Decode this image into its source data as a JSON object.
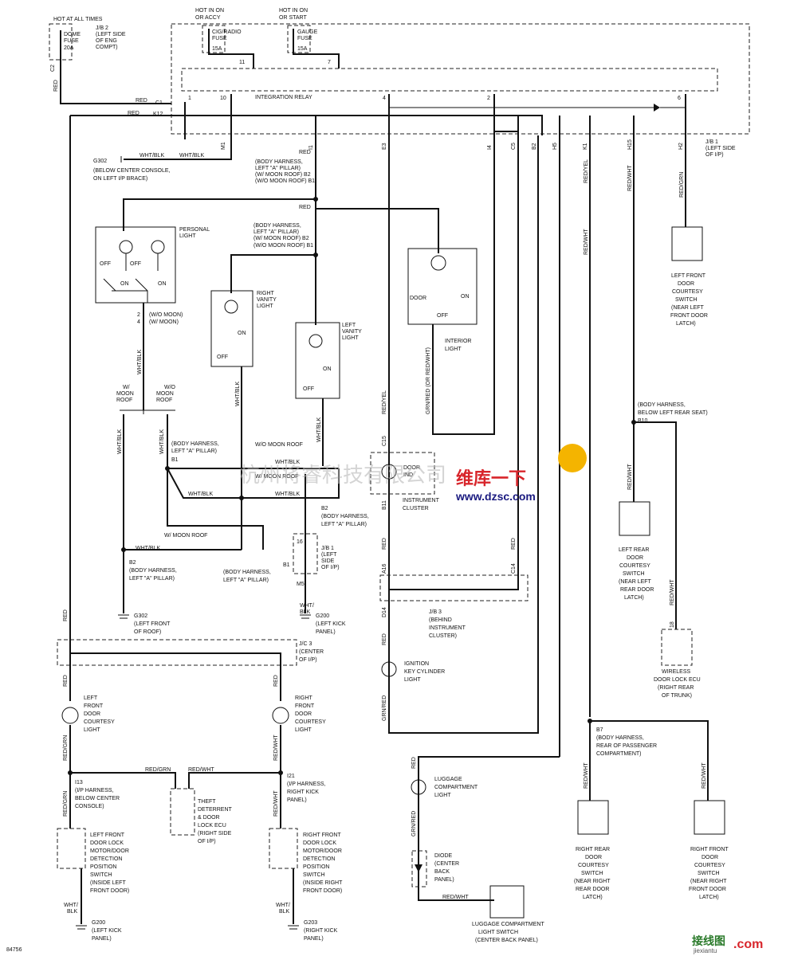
{
  "fuses": [
    {
      "label": "DOME\nFUSE\n20A",
      "hot": "HOT AT ALL TIMES",
      "jb": "J/B 2\n(LEFT SIDE\nOF ENG\nCOMPT)",
      "pin": "C2"
    },
    {
      "label": "CIG/RADIO\nFUSE\n15A",
      "hot": "HOT IN ON\nOR ACCY",
      "pin": "11"
    },
    {
      "label": "GAUGE\nFUSE\n15A",
      "hot": "HOT IN ON\nOR START",
      "pin": "7"
    }
  ],
  "relay": {
    "title": "INTEGRATION RELAY",
    "pins": [
      "1",
      "10",
      "4",
      "2",
      "6"
    ],
    "left_pins": [
      "C1",
      "K12"
    ]
  },
  "jb1_top": "J/B 1\n(LEFT SIDE\nOF I/P)",
  "connectors_top": [
    "M1",
    "I1",
    "E3",
    "I4",
    "C5",
    "B2",
    "H5",
    "K1",
    "H15",
    "H2"
  ],
  "wire_colors_top": [
    "RED",
    "RED",
    "RED/YEL",
    "GRN/RED (OR RED/WHT)",
    "RED",
    "GRN/RED",
    "RED/YEL",
    "RED/WHT",
    "RED/GRN"
  ],
  "ground_g302_top": {
    "label": "G302\n(BELOW CENTER CONSOLE,\nON LEFT I/P BRACE)",
    "wire": "WHT/BLK"
  },
  "body_harness_1": "RED\n(BODY HARNESS,\nLEFT \"A\" PILLAR)\n(W/ MOON ROOF) B2\n(W/O MOON ROOF) B1",
  "body_harness_2": "(BODY HARNESS,\nLEFT \"A\" PILLAR)\n(W/ MOON ROOF) B2\n(W/O MOON ROOF) B1",
  "personal_light": {
    "name": "PERSONAL\nLIGHT",
    "states": [
      "OFF",
      "OFF",
      "ON",
      "ON"
    ],
    "pins": "2 (W/O MOON)\n4 (W/ MOON)"
  },
  "right_vanity": {
    "name": "RIGHT\nVANITY\nLIGHT",
    "on": "ON",
    "off": "OFF"
  },
  "left_vanity": {
    "name": "LEFT\nVANITY\nLIGHT",
    "on": "ON",
    "off": "OFF"
  },
  "interior_light": {
    "name": "INTERIOR\nLIGHT",
    "door": "DOOR",
    "on": "ON",
    "off": "OFF"
  },
  "moon": {
    "w": "W/\nMOON\nROOF",
    "wo": "W/O\nMOON\nROOF"
  },
  "harness_b1": "(BODY HARNESS,\nLEFT \"A\" PILLAR)\nB1",
  "w_moon_roof": "W/ MOON ROOF",
  "wo_moon_roof": "W/O MOON ROOF",
  "b2_harness": "B2\n(BODY HARNESS,\nLEFT \"A\" PILLAR)",
  "b1_harness": "B1\n(BODY HARNESS,\nLEFT \"A\" PILLAR)",
  "jb1_side": "J/B 1\n(LEFT\nSIDE\nOF I/P)",
  "g302_front": "G302\n(LEFT FRONT\nOF ROOF)",
  "g200_kick": "G200\n(LEFT KICK\nPANEL)",
  "door_ind": {
    "name": "DOOR\nIND",
    "cluster": "INSTRUMENT\nCLUSTER",
    "pins": [
      "C15",
      "B11"
    ]
  },
  "jb3": {
    "label": "J/B 3\n(BEHIND\nINSTRUMENT\nCLUSTER)",
    "pins": [
      "A16",
      "C14",
      "D14"
    ]
  },
  "ignition": "IGNITION\nKEY CYLINDER\nLIGHT",
  "luggage_light": "LUGGAGE\nCOMPARTMENT\nLIGHT",
  "diode": "DIODE\n(CENTER\nBACK\nPANEL)",
  "luggage_switch": "LUGGAGE COMPARTMENT\nLIGHT SWITCH\n(CENTER BACK PANEL)",
  "jc3": "J/C 3\n(CENTER\nOF I/P)",
  "lf_courtesy_light": "LEFT\nFRONT\nDOOR\nCOURTESY\nLIGHT",
  "rf_courtesy_light": "RIGHT\nFRONT\nDOOR\nCOURTESY\nLIGHT",
  "i13": "I13\n(I/P HARNESS,\nBELOW CENTER\nCONSOLE)",
  "i21": "I21\n(I/P HARNESS,\nRIGHT KICK\nPANEL)",
  "theft_ecu": "THEFT\nDETERRENT\n& DOOR\nLOCK ECU\n(RIGHT SIDE\nOF I/P)",
  "lf_lock_switch": "LEFT FRONT\nDOOR LOCK\nMOTOR/DOOR\nDETECTION\nPOSITION\nSWITCH\n(INSIDE LEFT\nFRONT DOOR)",
  "rf_lock_switch": "RIGHT FRONT\nDOOR LOCK\nMOTOR/DOOR\nDETECTION\nPOSITION\nSWITCH\n(INSIDE RIGHT\nFRONT DOOR)",
  "g200_bottom": "G200\n(LEFT KICK\nPANEL)",
  "g203_bottom": "G203\n(RIGHT KICK\nPANEL)",
  "lf_door_courtesy_sw": "LEFT FRONT\nDOOR\nCOURTESY\nSWITCH\n(NEAR LEFT\nFRONT DOOR\nLATCH)",
  "b10": "(BODY HARNESS,\nBELOW LEFT REAR SEAT)\nB10",
  "lr_door_sw": "LEFT REAR\nDOOR\nCOURTESY\nSWITCH\n(NEAR LEFT\nREAR DOOR\nLATCH)",
  "wireless_ecu": "WIRELESS\nDOOR LOCK ECU\n(RIGHT REAR\nOF TRUNK)",
  "b7": "B7\n(BODY HARNESS,\nREAR OF PASSENGER\nCOMPARTMENT)",
  "rr_door_sw": "RIGHT REAR\nDOOR\nCOURTESY\nSWITCH\n(NEAR RIGHT\nREAR DOOR\nLATCH)",
  "rf_door_sw": "RIGHT FRONT\nDOOR\nCOURTESY\nSWITCH\n(NEAR RIGHT\nFRONT DOOR\nLATCH)",
  "figure_no": "84756",
  "watermark": "杭州将睿科技有限公司",
  "logo_left": "维库一下",
  "logo_url": "www.dzsc.com",
  "logo_right": "接线图",
  "logo_right_url": "jiexiantu",
  "logo_com": ".com"
}
